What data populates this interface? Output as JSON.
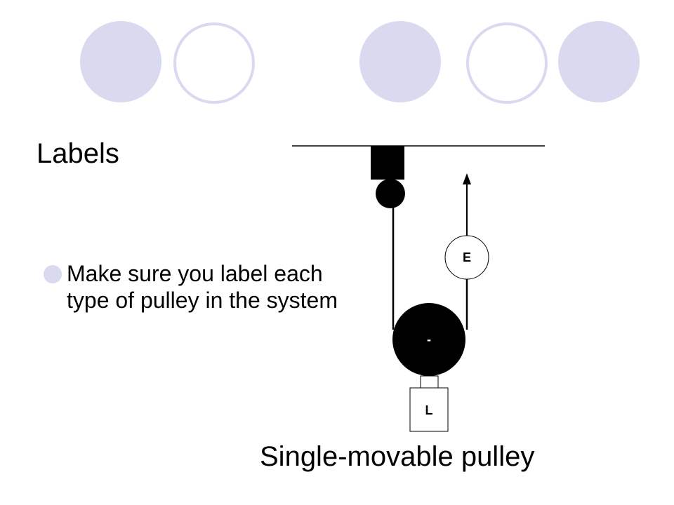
{
  "slide": {
    "title": "Labels",
    "bullet": "Make sure you label each type of pulley in the system",
    "caption": "Single-movable pulley"
  },
  "diagram": {
    "effort_label": "E",
    "pulley_label": "-",
    "load_label": "L"
  },
  "colors": {
    "circle_fill": "#d9d9f0",
    "circle_stroke": "#d9d9f0",
    "diagram_ink": "#000000"
  }
}
